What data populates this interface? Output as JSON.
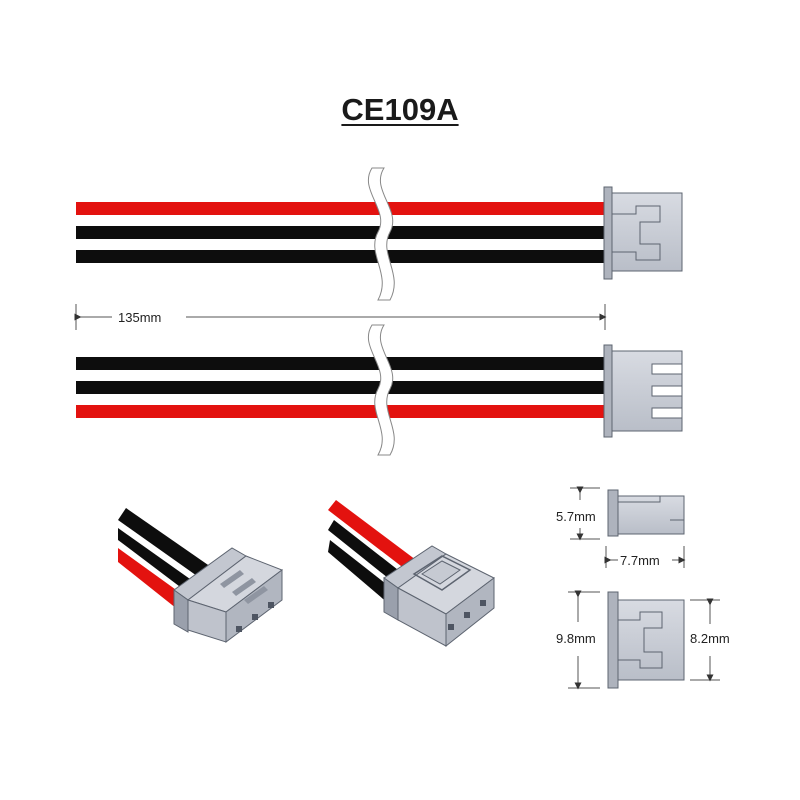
{
  "title": "CE109A",
  "dimensions": {
    "cable_length": "135mm",
    "connector_height": "5.7mm",
    "connector_depth": "7.7mm",
    "connector_width_outer": "9.8mm",
    "connector_width_inner": "8.2mm"
  },
  "colors": {
    "red_wire": "#e3120f",
    "black_wire": "#0d0d0d",
    "connector_face": "#c9cdd6",
    "connector_dark": "#9aa0ac",
    "connector_outline": "#5d6470"
  },
  "wire_order": {
    "top_view": [
      "red",
      "black",
      "black"
    ],
    "side_view": [
      "black",
      "black",
      "red"
    ]
  }
}
